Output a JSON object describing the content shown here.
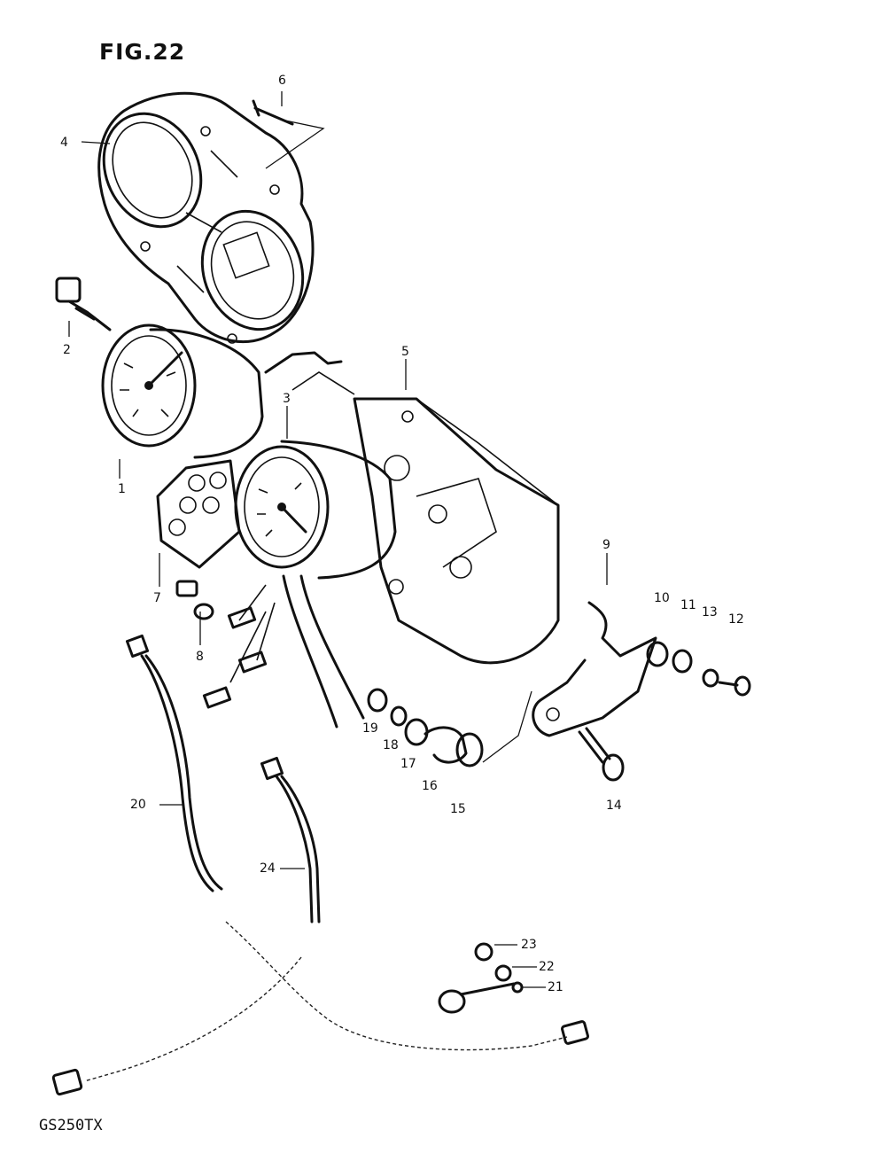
{
  "figure_label": "FIG.22",
  "model_code": "GS250TX",
  "callouts": [
    "1",
    "2",
    "3",
    "4",
    "5",
    "6",
    "7",
    "8",
    "9",
    "10",
    "11",
    "12",
    "13",
    "14",
    "15",
    "16",
    "17",
    "18",
    "19",
    "20",
    "21",
    "22",
    "23",
    "24"
  ],
  "icons": {
    "speedometer": "speedometer-icon",
    "tachometer": "tachometer-icon",
    "meter-case": "meter-case-icon",
    "meter-cable": "cable-icon"
  }
}
